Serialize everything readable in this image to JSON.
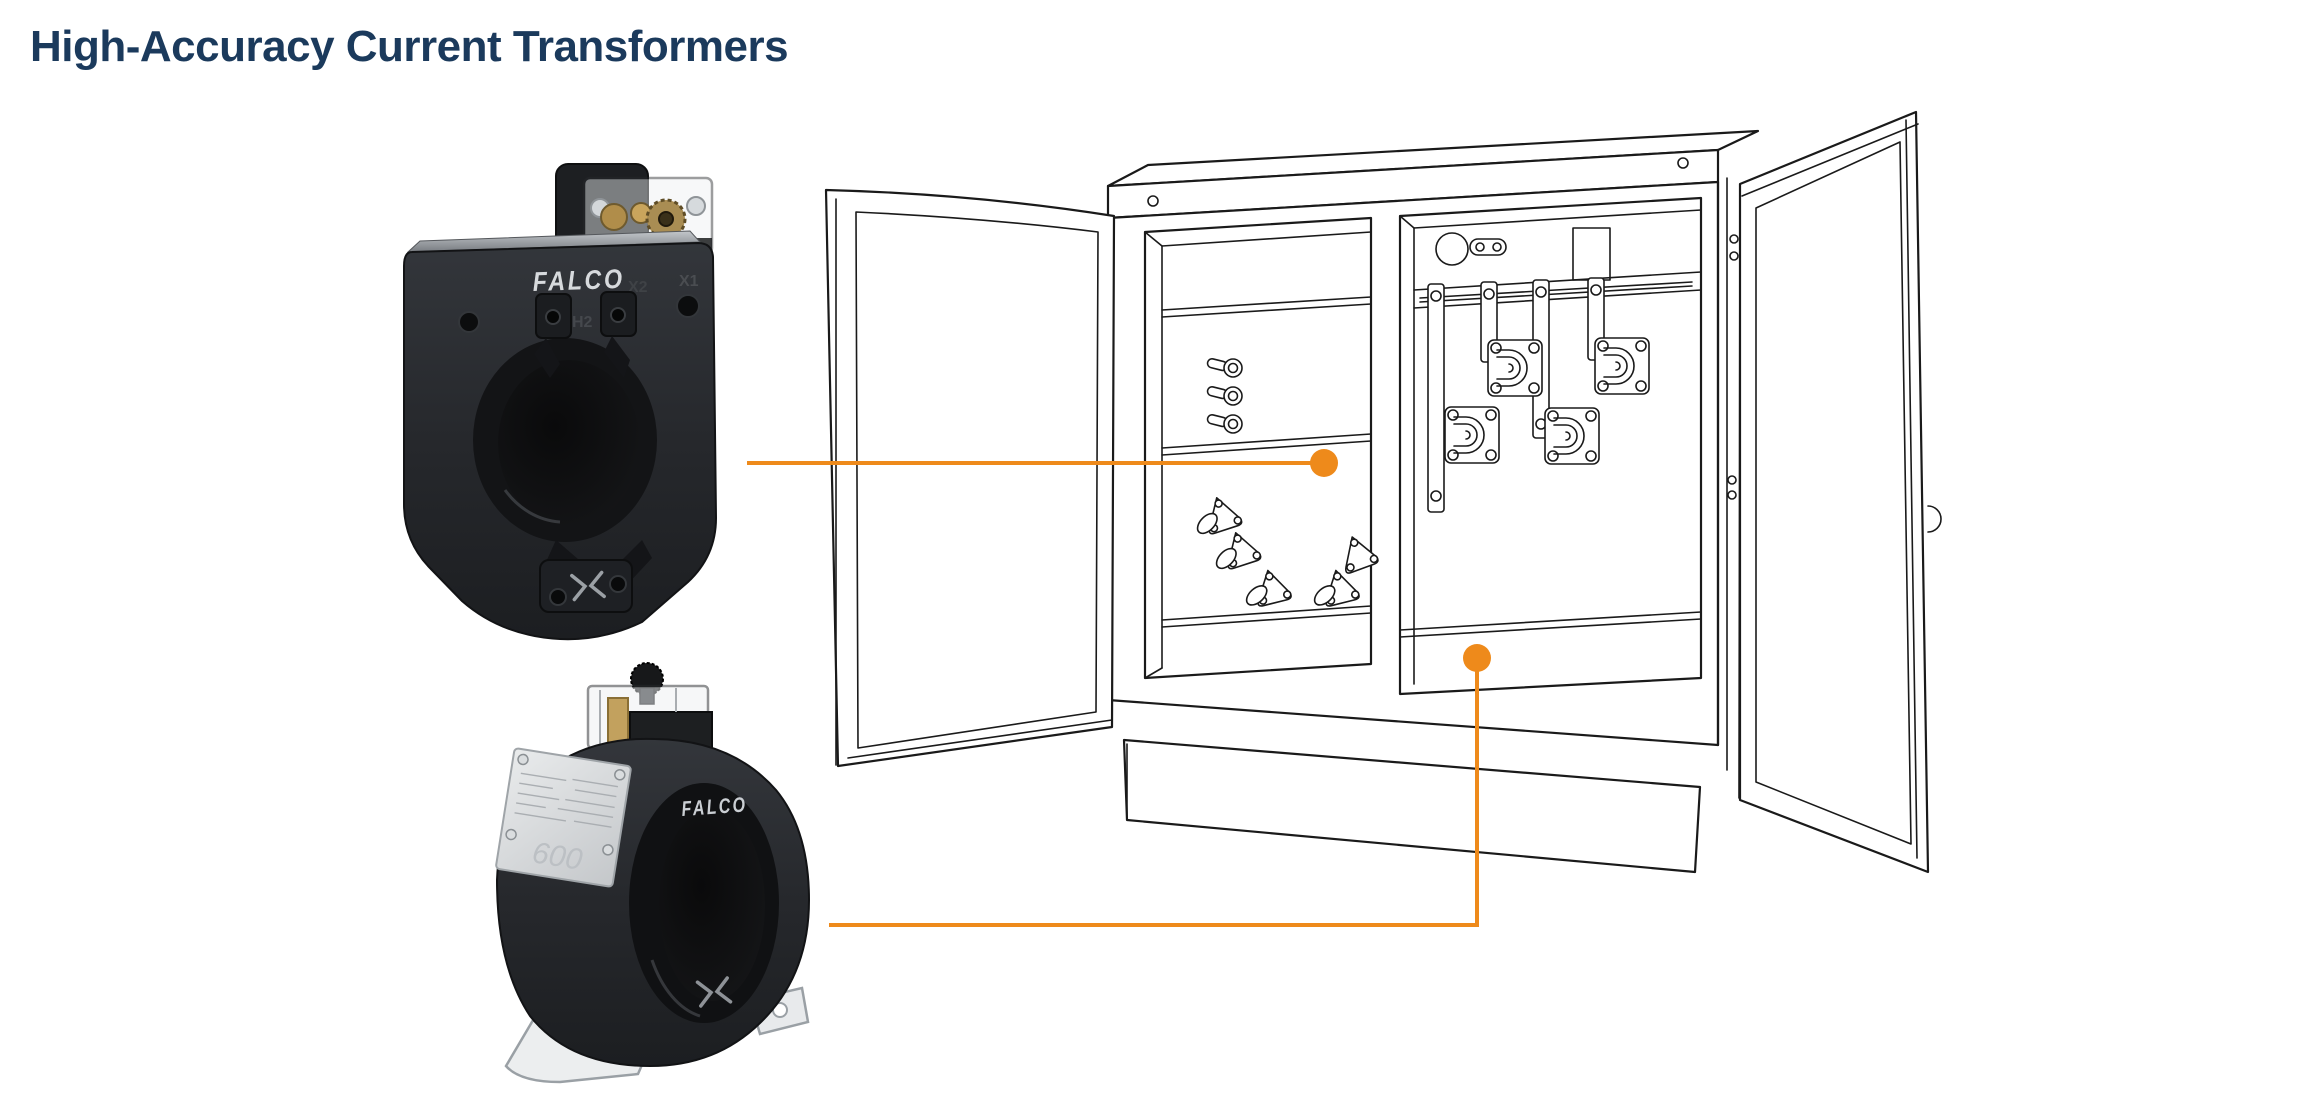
{
  "title": "High-Accuracy Current Transformers",
  "colors": {
    "accent": "#EE8A1B",
    "heading": "#1B3A5C",
    "line_art": "#1A1A1A"
  },
  "devices": {
    "window_ct": {
      "brand": "FALCO",
      "label_x1": "X1",
      "label_x2": "X2",
      "label_h2": "H2"
    },
    "round_ct": {
      "brand": "FALCO",
      "nameplate_rating": "600"
    }
  }
}
